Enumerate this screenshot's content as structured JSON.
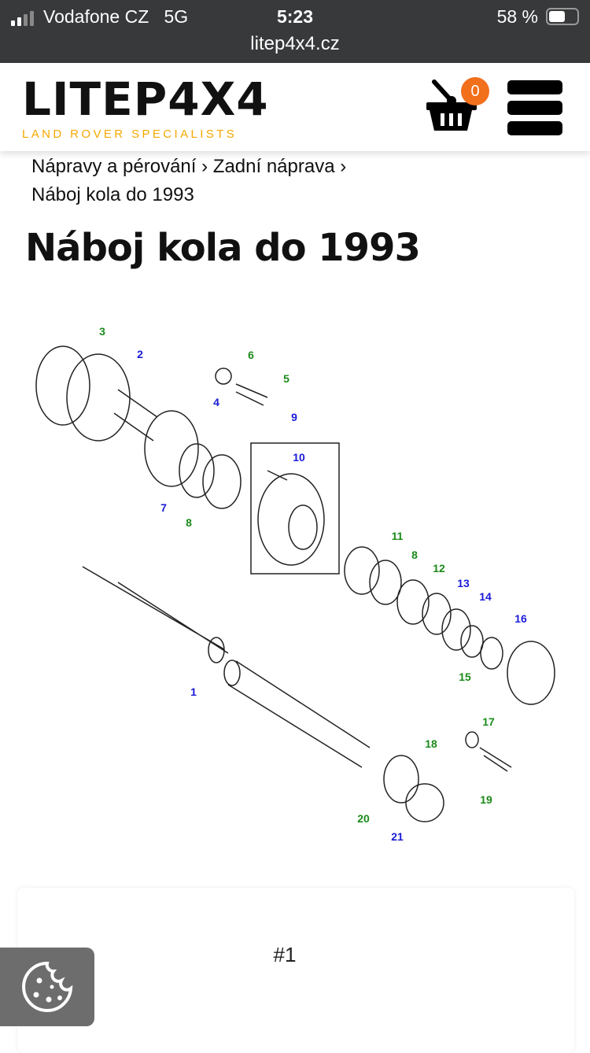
{
  "status": {
    "carrier": "Vodafone CZ",
    "network": "5G",
    "time": "5:23",
    "battery": "58 %",
    "url": "litep4x4.cz"
  },
  "header": {
    "logo_main": "LITEP4X4",
    "logo_tagline": "LAND ROVER SPECIALISTS",
    "cart_count": "0"
  },
  "breadcrumb": {
    "line1": "Nápravy a pérování › Zadní náprava ›",
    "current": "Náboj kola do 1993"
  },
  "page_title": "Náboj kola do 1993",
  "diagram_labels": [
    {
      "n": "3",
      "c": "green"
    },
    {
      "n": "2",
      "c": "blue"
    },
    {
      "n": "6",
      "c": "green"
    },
    {
      "n": "5",
      "c": "green"
    },
    {
      "n": "4",
      "c": "blue"
    },
    {
      "n": "9",
      "c": "blue"
    },
    {
      "n": "10",
      "c": "blue"
    },
    {
      "n": "7",
      "c": "blue"
    },
    {
      "n": "8",
      "c": "green"
    },
    {
      "n": "11",
      "c": "green"
    },
    {
      "n": "8",
      "c": "green"
    },
    {
      "n": "12",
      "c": "green"
    },
    {
      "n": "13",
      "c": "blue"
    },
    {
      "n": "14",
      "c": "blue"
    },
    {
      "n": "16",
      "c": "blue"
    },
    {
      "n": "15",
      "c": "green"
    },
    {
      "n": "17",
      "c": "green"
    },
    {
      "n": "1",
      "c": "blue"
    },
    {
      "n": "18",
      "c": "green"
    },
    {
      "n": "19",
      "c": "green"
    },
    {
      "n": "20",
      "c": "green"
    },
    {
      "n": "21",
      "c": "blue"
    }
  ],
  "card": {
    "item_number": "#1"
  },
  "colors": {
    "accent": "#f26f1c",
    "logo_tagline": "#f5a800",
    "label_green": "#1a8a1a",
    "label_blue": "#1a1ad8"
  }
}
